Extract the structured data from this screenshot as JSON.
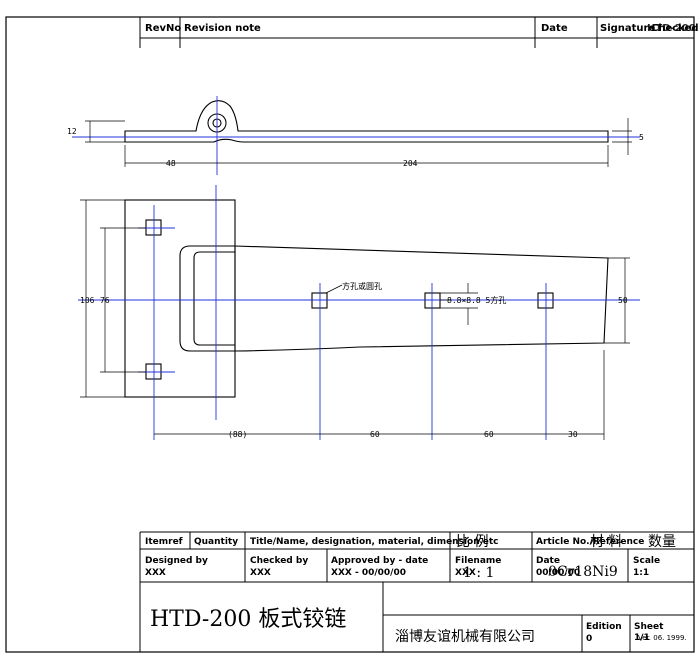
{
  "revision": {
    "rev_no": "RevNo",
    "note": "Revision note",
    "date": "Date",
    "signature": "Signature",
    "checked": "Checked",
    "ov": "HTD-200"
  },
  "dims": {
    "d12": "12",
    "d48": "48",
    "d204": "204",
    "d5": "5",
    "d106": "106",
    "d76": "76",
    "d50": "50",
    "d88": "(88)",
    "d60a": "60",
    "d60b": "60",
    "d30": "30"
  },
  "notes": {
    "hole_note": "方孔或圆孔",
    "square_note": "8.8×8.8 5方孔"
  },
  "title_block": {
    "itemref": "Itemref",
    "quantity": "Quantity",
    "title_name": "Title/Name, designation, material, dimension etc",
    "scale_cn": "比 例",
    "article": "Article No./Reference",
    "material_cn": "材 料",
    "qty_cn": "数量",
    "designed_by": "Designed by",
    "designed_val": "XXX",
    "checked_by": "Checked by",
    "checked_val": "XXX",
    "approved": "Approved by - date",
    "approved_val": "XXX - 00/00/00",
    "filename": "Filename",
    "filename_val": "XXX",
    "ratio": "1 : 1",
    "date": "Date",
    "date_val": "00/00/00",
    "material": "0Cr18Ni9",
    "scale": "Scale",
    "scale_val": "1:1",
    "part_title": "HTD-200 板式铰链",
    "company": "淄博友谊机械有限公司",
    "edition": "Edition",
    "edition_val": "0",
    "sheet": "Sheet",
    "sheet_val": "1/1",
    "sheet_date": "Ver. 06. 1999."
  }
}
